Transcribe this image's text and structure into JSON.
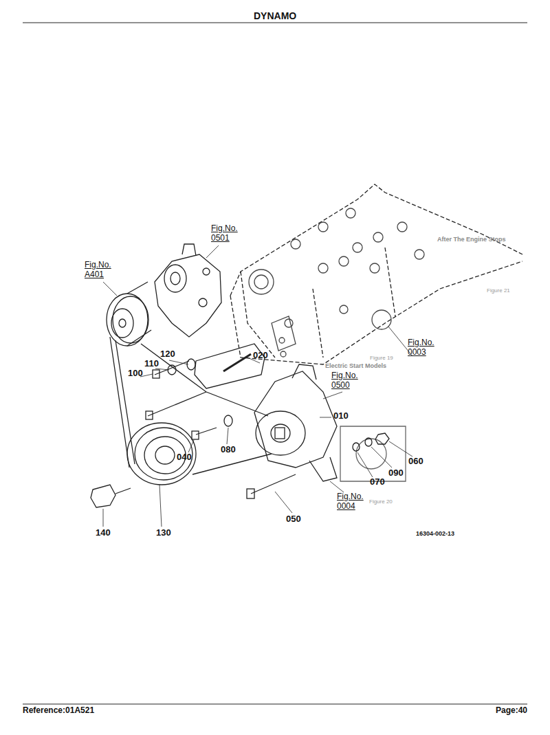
{
  "diagram": {
    "title": "DYNAMO",
    "labels": [
      "Fig.No. 0501",
      "Fig.No. A401",
      "120",
      "020",
      "110",
      "100",
      "Fig.No. 0003",
      "Fig.No. 0500",
      "010",
      "040",
      "080",
      "060",
      "090",
      "070",
      "Fig.No. 0004",
      "140",
      "130",
      "050",
      "16304-002-13",
      "After The Engine Stops",
      "Figure 21",
      "Figure 19",
      "Electric Start Models",
      "Figure 20",
      "Reference:01A521",
      "Page:40"
    ]
  }
}
